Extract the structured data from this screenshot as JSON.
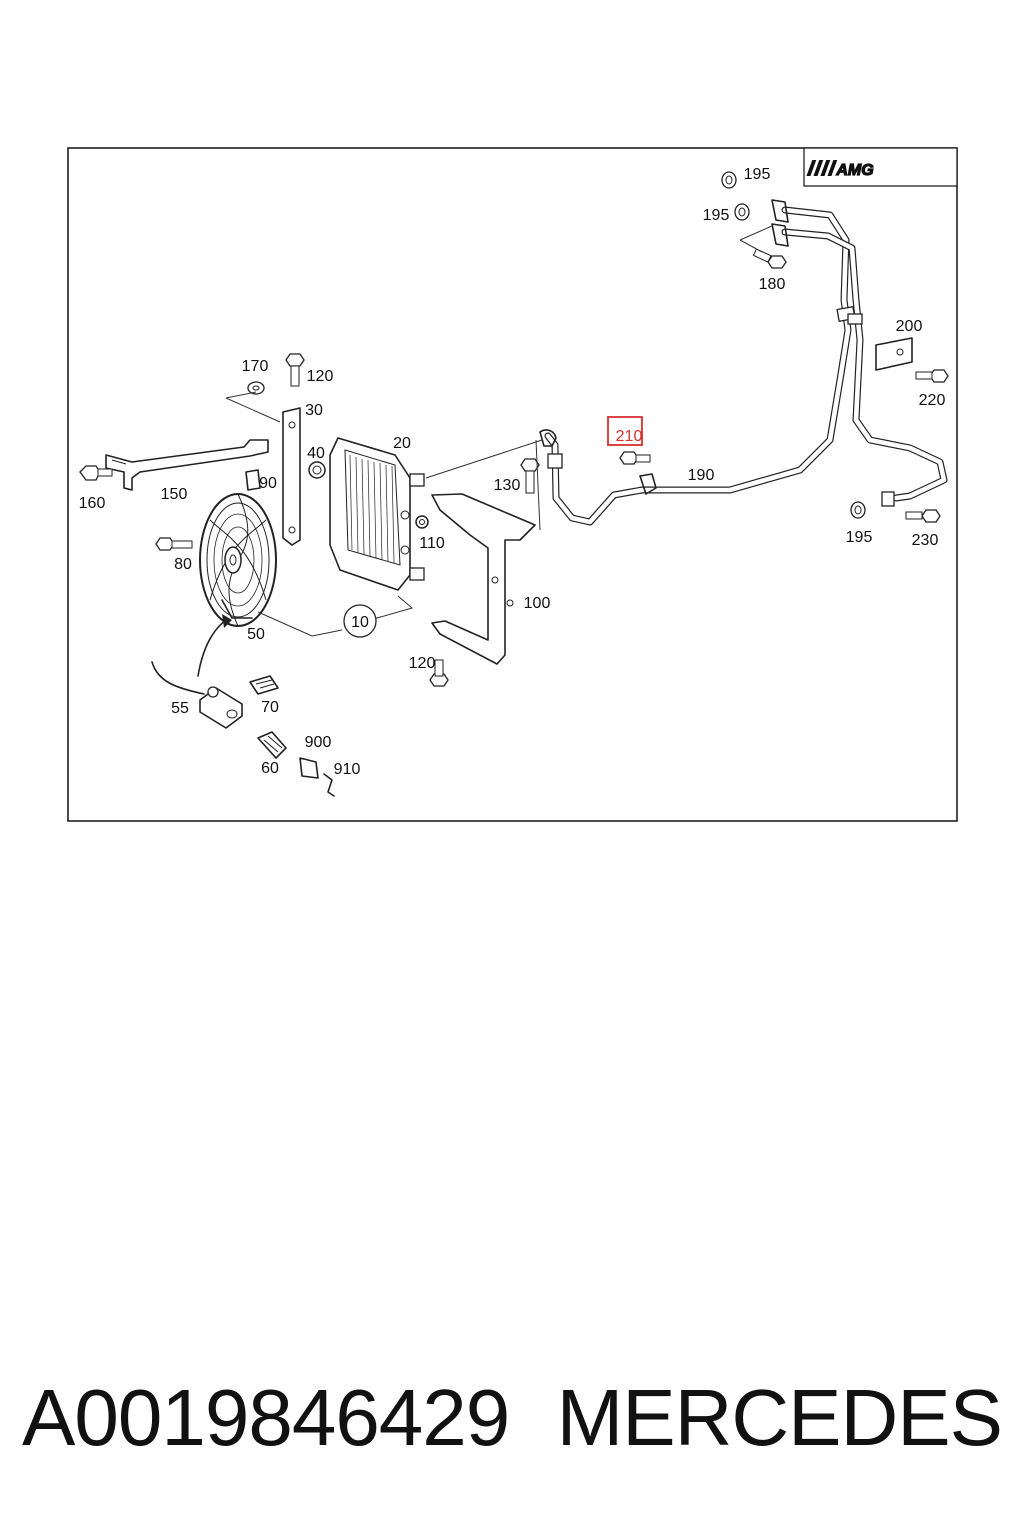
{
  "logo": {
    "text": "AMG"
  },
  "callouts": {
    "l10": "10",
    "l20": "20",
    "l30": "30",
    "l40": "40",
    "l50": "50",
    "l55": "55",
    "l60": "60",
    "l70": "70",
    "l80": "80",
    "l90": "90",
    "l100": "100",
    "l110": "110",
    "l120a": "120",
    "l120b": "120",
    "l130": "130",
    "l150": "150",
    "l160": "160",
    "l170": "170",
    "l180": "180",
    "l190": "190",
    "l195a": "195",
    "l195b": "195",
    "l195c": "195",
    "l200": "200",
    "l210": "210",
    "l220": "220",
    "l230": "230",
    "l900": "900",
    "l910": "910"
  },
  "highlight": {
    "label": "210",
    "color": "#d93030"
  },
  "footer": {
    "part_number": "A0019846429",
    "brand": "MERCEDES"
  }
}
